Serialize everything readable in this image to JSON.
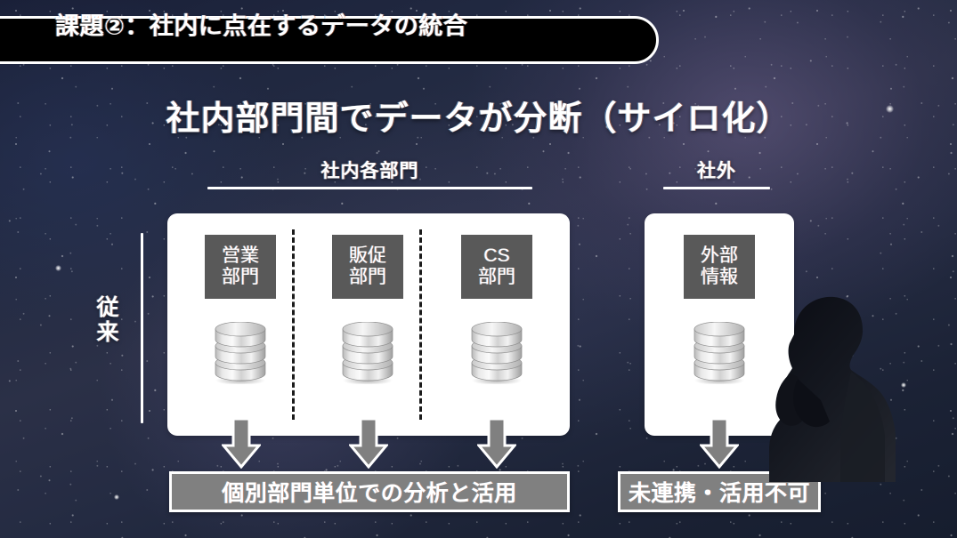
{
  "slide": {
    "title_banner": "課題②：社内に点在するデータの統合",
    "headline": "社内部門間でデータが分断（サイロ化）",
    "legacy_label": "従来"
  },
  "sections": {
    "internal": {
      "label": "社内各部門"
    },
    "external": {
      "label": "社外"
    }
  },
  "internal_card": {
    "departments": [
      {
        "name_line1": "営業",
        "name_line2": "部門",
        "icon": "database-icon"
      },
      {
        "name_line1": "販促",
        "name_line2": "部門",
        "icon": "database-icon"
      },
      {
        "name_line1": "CS",
        "name_line2": "部門",
        "icon": "database-icon"
      }
    ]
  },
  "external_card": {
    "departments": [
      {
        "name_line1": "外部",
        "name_line2": "情報",
        "icon": "database-icon"
      }
    ]
  },
  "results": {
    "internal": "個別部門単位での分析と活用",
    "external": "未連携・活用不可"
  },
  "icons": {
    "arrow": "down-arrow-icon",
    "person": "thinking-person-silhouette-icon"
  },
  "colors": {
    "background_dark": "#1b2338",
    "card_white": "#ffffff",
    "dept_box_gray": "#595959",
    "result_box_gray": "#808080",
    "arrow_gray": "#808080",
    "text_white": "#ffffff",
    "banner_black": "#000000"
  }
}
